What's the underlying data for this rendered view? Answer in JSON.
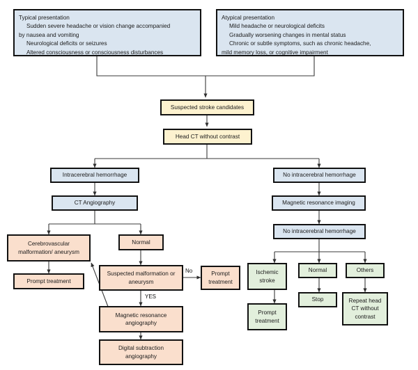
{
  "diagram": {
    "title": "Stroke diagnostic imaging algorithm flowchart",
    "colors": {
      "blue": "#dae5f0",
      "yellow": "#fdf2cf",
      "peach": "#fadfcd",
      "green": "#e2efdc",
      "border": "#111111",
      "connector": "#3a3a3a",
      "background": "#ffffff"
    }
  },
  "presentations": {
    "typical": {
      "heading": "Typical presentation",
      "items": [
        "Sudden severe headache or vision change accompanied",
        "by nausea and vomiting",
        "Neurological deficits or seizures",
        "Altered consciousness or consciousness disturbances"
      ]
    },
    "atypical": {
      "heading": "Atypical presentation",
      "items": [
        "Mild headache or neurological deficits",
        "Gradually worsening changes in mental status",
        "Chronic or subtle symptoms, such as chronic   headache,",
        "mild memory loss, or cognitive impairment"
      ]
    }
  },
  "nodes": {
    "suspected_stroke": "Suspected stroke candidates",
    "head_ct": "Head CT without contrast",
    "ich": "Intracerebral hemorrhage",
    "cta": "CT Angiography",
    "cerebrovascular": "Cerebrovascular malformation/ aneurysm",
    "prompt_left": "Prompt treatment",
    "normal_mid": "Normal",
    "suspected_malformation": "Suspected malformation or aneurysm",
    "prompt_mid": "Prompt treatment",
    "mra": "Magnetic resonance angiography",
    "dsa": "Digital subtraction angiography",
    "no_ich_1": "No intracerebral hemorrhage",
    "mri": "Magnetic resonance imaging",
    "no_ich_2": "No intracerebral hemorrhage",
    "ischemic": "Ischemic stroke",
    "prompt_right": "Prompt treatment",
    "normal_right": "Normal",
    "stop": "Stop",
    "others": "Others",
    "repeat_ct": "Repeat head CT without contrast"
  },
  "edge_labels": {
    "no": "No",
    "yes": "YES"
  }
}
